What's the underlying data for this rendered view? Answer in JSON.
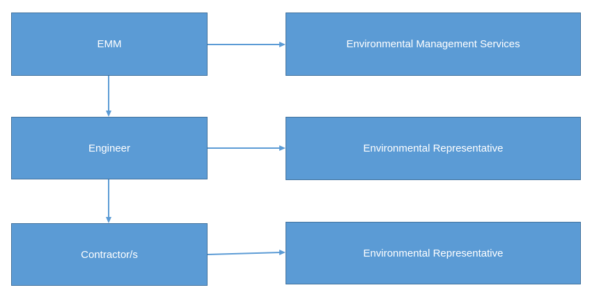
{
  "diagram": {
    "nodes": {
      "emm": "EMM",
      "engineer": "Engineer",
      "contractor": "Contractor/s",
      "ems": "Environmental Management Services",
      "env_rep_1": "Environmental Representative",
      "env_rep_2": "Environmental Representative"
    },
    "colors": {
      "box_fill": "#5b9bd5",
      "box_border": "#41719c",
      "connector": "#5b9bd5",
      "text": "#ffffff"
    }
  }
}
